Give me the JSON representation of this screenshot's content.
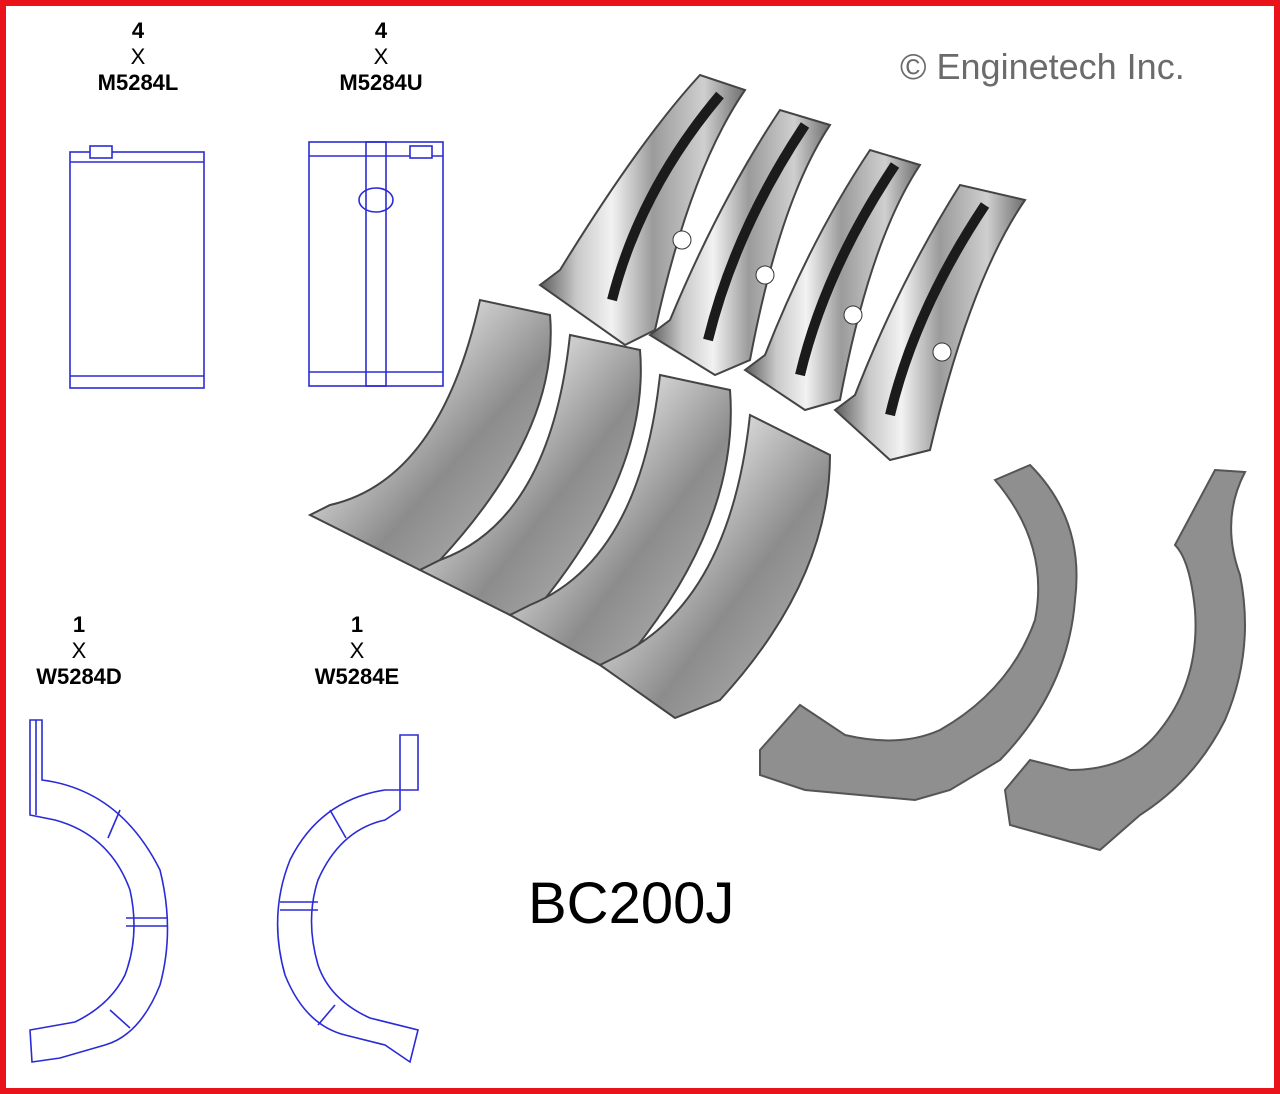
{
  "copyright": "© Enginetech Inc.",
  "kit_number": "BC200J",
  "parts": [
    {
      "qty": "4",
      "times": "X",
      "code": "M5284L"
    },
    {
      "qty": "4",
      "times": "X",
      "code": "M5284U"
    },
    {
      "qty": "1",
      "times": "X",
      "code": "W5284D"
    },
    {
      "qty": "1",
      "times": "X",
      "code": "W5284E"
    }
  ],
  "colors": {
    "border": "#e8131b",
    "diagram_line": "#2b2bd6",
    "bearing_metal": "#9a9a9a",
    "thrust_washer": "#8f8f8f"
  }
}
